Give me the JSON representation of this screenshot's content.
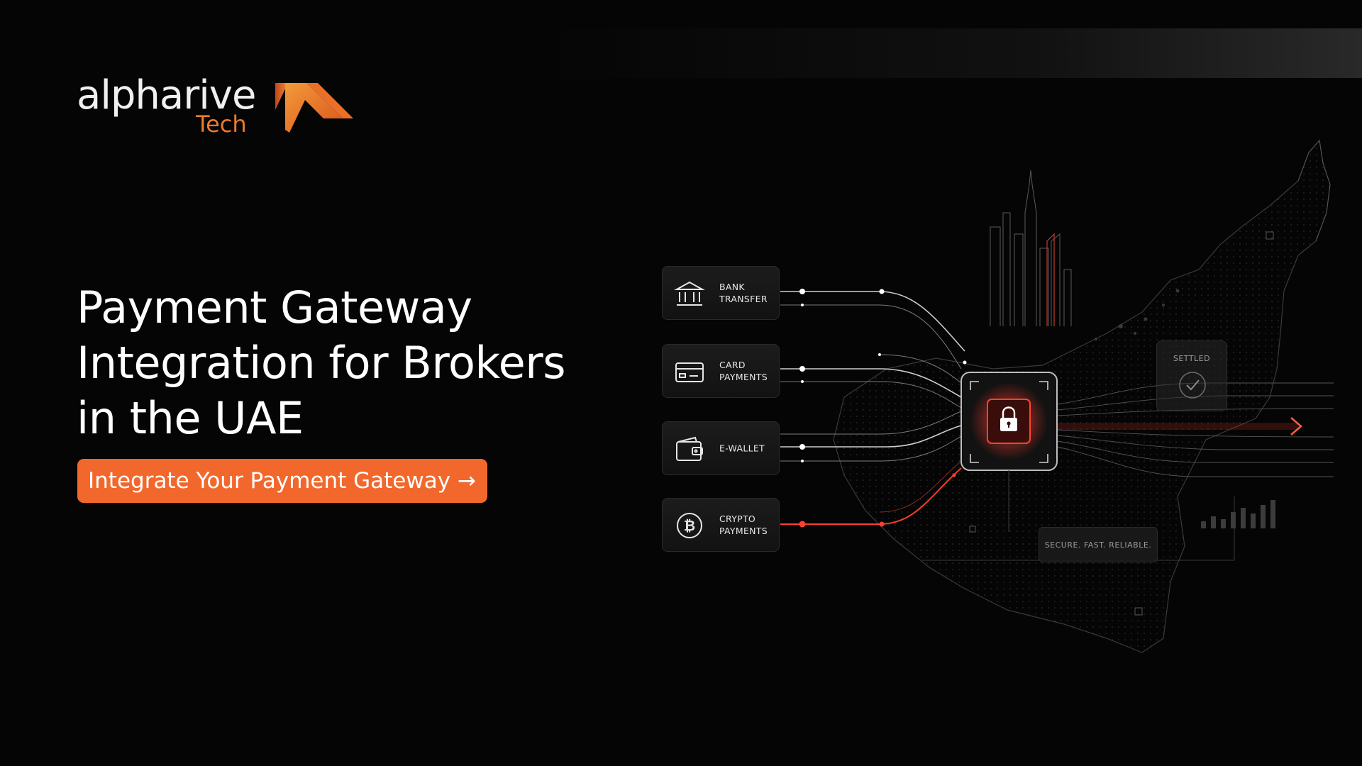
{
  "brand": {
    "name": "alpharive",
    "sub": "Tech",
    "accent": "#f2682c"
  },
  "hero": {
    "headline_lines": [
      "Payment Gateway",
      "Integration for Brokers",
      "in the UAE"
    ],
    "cta_label": "Integrate Your Payment Gateway →"
  },
  "illustration": {
    "methods": [
      {
        "label": "BANK\nTRANSFER",
        "icon": "bank-icon"
      },
      {
        "label": "CARD\nPAYMENTS",
        "icon": "card-icon"
      },
      {
        "label": "E-WALLET",
        "icon": "wallet-icon"
      },
      {
        "label": "CRYPTO\nPAYMENTS",
        "icon": "bitcoin-icon"
      }
    ],
    "settled_label": "SETTLED",
    "tagline": "SECURE. FAST. RELIABLE.",
    "lock_icon": "lock-icon",
    "check_icon": "check-icon",
    "arrow_icon": "arrow-right-icon"
  }
}
